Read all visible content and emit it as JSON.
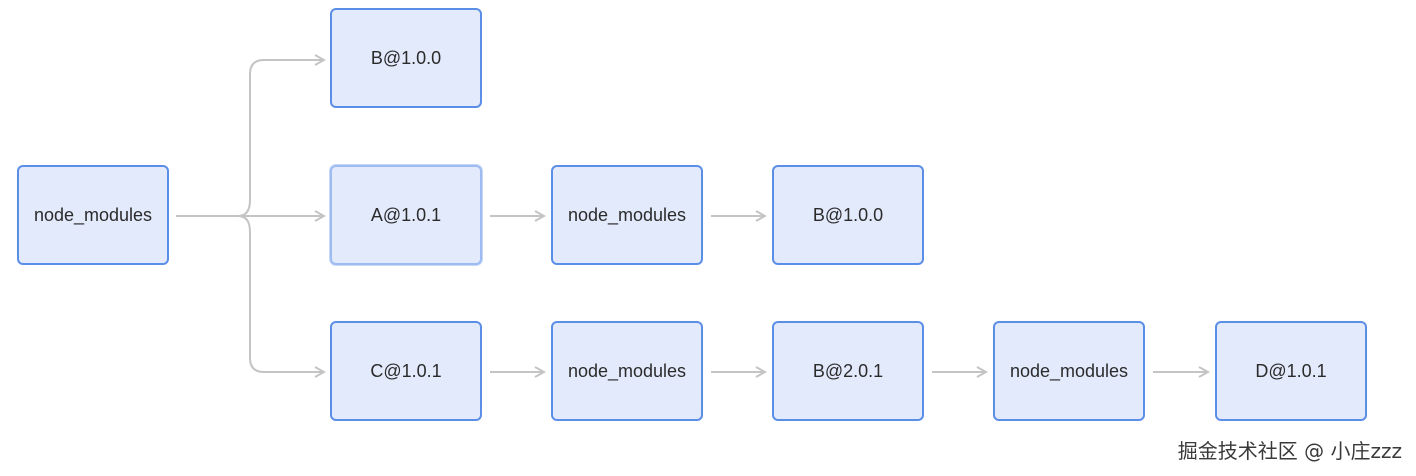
{
  "nodes": {
    "root": "node_modules",
    "b100_top": "B@1.0.0",
    "a101": "A@1.0.1",
    "a_node_modules": "node_modules",
    "b100_under_a": "B@1.0.0",
    "c101": "C@1.0.1",
    "c_node_modules": "node_modules",
    "b201": "B@2.0.1",
    "b201_node_modules": "node_modules",
    "d101": "D@1.0.1"
  },
  "watermark": "掘金技术社区 @ 小庄zzz",
  "colors": {
    "node_fill": "#e3eafc",
    "node_border": "#5b8ee6",
    "connector": "#c4c4c4"
  }
}
